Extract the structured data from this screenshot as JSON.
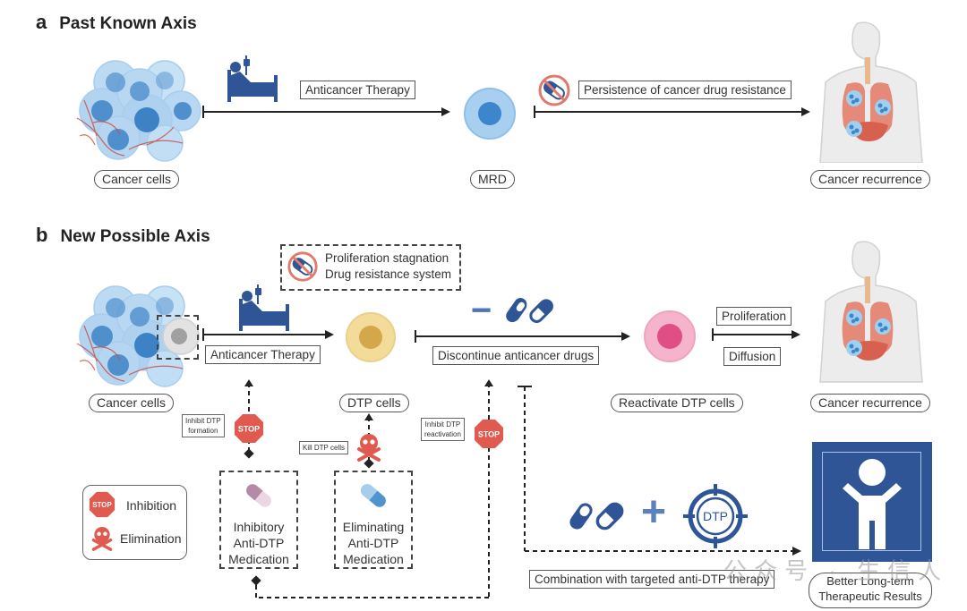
{
  "panel_a": {
    "letter": "a",
    "title": "Past Known Axis",
    "nodes": [
      {
        "label": "Cancer cells"
      },
      {
        "label": "MRD"
      },
      {
        "label": "Cancer recurrence"
      }
    ],
    "arrows": [
      {
        "label": "Anticancer Therapy",
        "icon": "hospital-bed-icon"
      },
      {
        "label": "Persistence of cancer drug resistance",
        "icon": "no-drug-icon"
      }
    ]
  },
  "panel_b": {
    "letter": "b",
    "title": "New Possible Axis",
    "nodes": [
      {
        "label": "Cancer cells"
      },
      {
        "label": "DTP cells"
      },
      {
        "label": "Reactivate DTP cells"
      },
      {
        "label": "Cancer recurrence"
      }
    ],
    "dtp_properties": [
      "Proliferation stagnation",
      "Drug resistance system"
    ],
    "arrows": {
      "therapy": "Anticancer Therapy",
      "discontinue": "Discontinue anticancer drugs",
      "discontinue_symbol": "−",
      "proliferation": "Proliferation",
      "diffusion": "Diffusion"
    },
    "interventions": {
      "inhibit_formation": [
        "Inhibit DTP",
        "formation"
      ],
      "kill": "Kill DTP cells",
      "inhibit_reactivation": [
        "Inhibit DTP",
        "reactivation"
      ],
      "stop_text": "STOP"
    },
    "medications": [
      {
        "lines": [
          "Inhibitory",
          "Anti-DTP",
          "Medication"
        ]
      },
      {
        "lines": [
          "Eliminating",
          "Anti-DTP",
          "Medication"
        ]
      }
    ],
    "legend": [
      {
        "icon": "stop-sign-icon",
        "label": "Inhibition"
      },
      {
        "icon": "skull-crossbones-icon",
        "label": "Elimination"
      }
    ],
    "combination": {
      "label": "Combination with targeted anti-DTP therapy",
      "plus": "+",
      "target_text": "DTP"
    },
    "outcome": {
      "lines": [
        "Better Long-term",
        "Therapeutic Results"
      ]
    }
  },
  "watermark": "公众号 · 生信人",
  "colors": {
    "navy": "#2f5596",
    "cancer_blue": "#7fb6e3",
    "dtp_yellow": "#f3dc9a",
    "reactivate_pink": "#f2a7c3",
    "stop_red": "#e05a4f",
    "text": "#222222"
  }
}
